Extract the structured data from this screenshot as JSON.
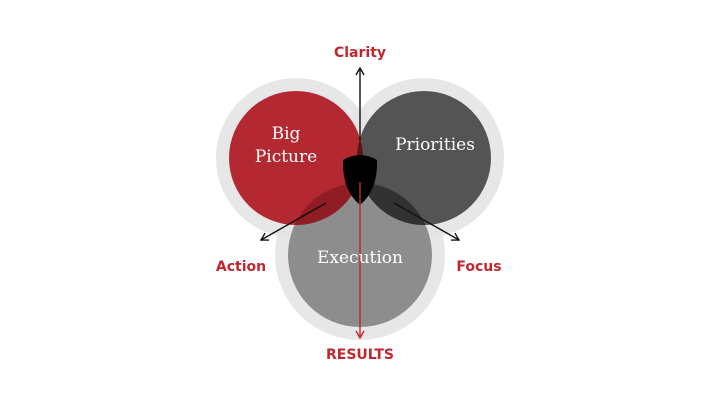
{
  "diagram": {
    "circles": {
      "big_picture": {
        "line1": "Big",
        "line2": "Picture",
        "color": "#b01e27"
      },
      "priorities": {
        "label": "Priorities",
        "color": "#3a3a3a"
      },
      "execution": {
        "label": "Execution",
        "color": "#6b6b6b"
      }
    },
    "outcomes": {
      "top": "Clarity",
      "left": "Action",
      "right": "Focus",
      "bottom": "RESULTS"
    },
    "colors": {
      "accent": "#c0272d",
      "ring": "#d9d9d9",
      "arrow": "#111111",
      "center": "#000000"
    }
  }
}
